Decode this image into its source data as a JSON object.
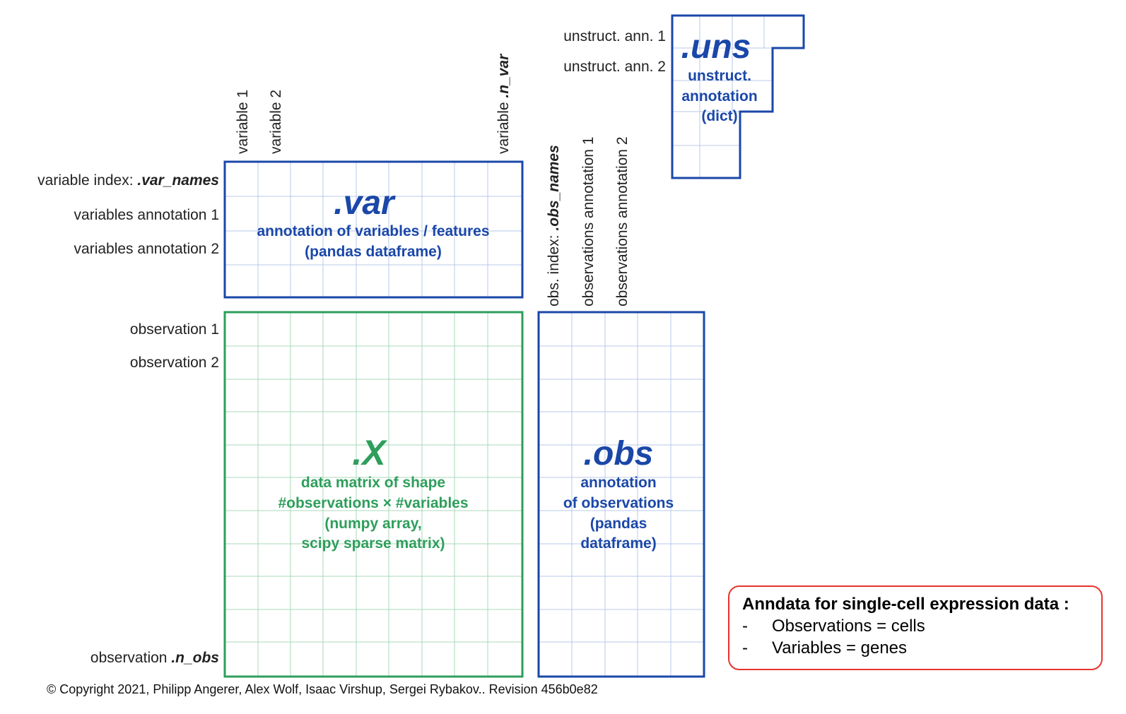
{
  "colors": {
    "blue": "#1a47a8",
    "green": "#2e9e5b",
    "note_border": "#e8342c"
  },
  "uns": {
    "labels": [
      "unstruct. ann. 1",
      "unstruct. ann. 2"
    ],
    "title": ".uns",
    "sub": [
      "unstruct.",
      "annotation",
      "(dict)"
    ]
  },
  "var": {
    "column_labels": [
      "variable 1",
      "variable 2"
    ],
    "last_column_prefix": "variable ",
    "last_column_em": ".n_var",
    "index_prefix": "variable index: ",
    "index_em": ".var_names",
    "row_labels": [
      "variables annotation 1",
      "variables annotation 2"
    ],
    "title": ".var",
    "sub": [
      "annotation of variables / features",
      "(pandas dataframe)"
    ]
  },
  "obs": {
    "index_prefix": "obs. index: ",
    "index_em": ".obs_names",
    "column_labels": [
      "observations annotation 1",
      "observations annotation 2"
    ],
    "title": ".obs",
    "sub": [
      "annotation",
      "of observations",
      "(pandas",
      "dataframe)"
    ]
  },
  "x": {
    "row_labels": [
      "observation 1",
      "observation 2"
    ],
    "last_row_prefix": "observation ",
    "last_row_em": ".n_obs",
    "title": ".X",
    "sub": [
      "data matrix of shape",
      "#observations × #variables",
      "(numpy array,",
      "scipy sparse matrix)"
    ]
  },
  "note": {
    "title": "Anndata for single-cell expression data :",
    "items": [
      {
        "dash": "-",
        "text": "Observations = cells"
      },
      {
        "dash": "-",
        "text": "Variables =  genes"
      }
    ]
  },
  "copyright": "© Copyright 2021, Philipp Angerer, Alex Wolf, Isaac Virshup, Sergei Rybakov.. Revision 456b0e82"
}
